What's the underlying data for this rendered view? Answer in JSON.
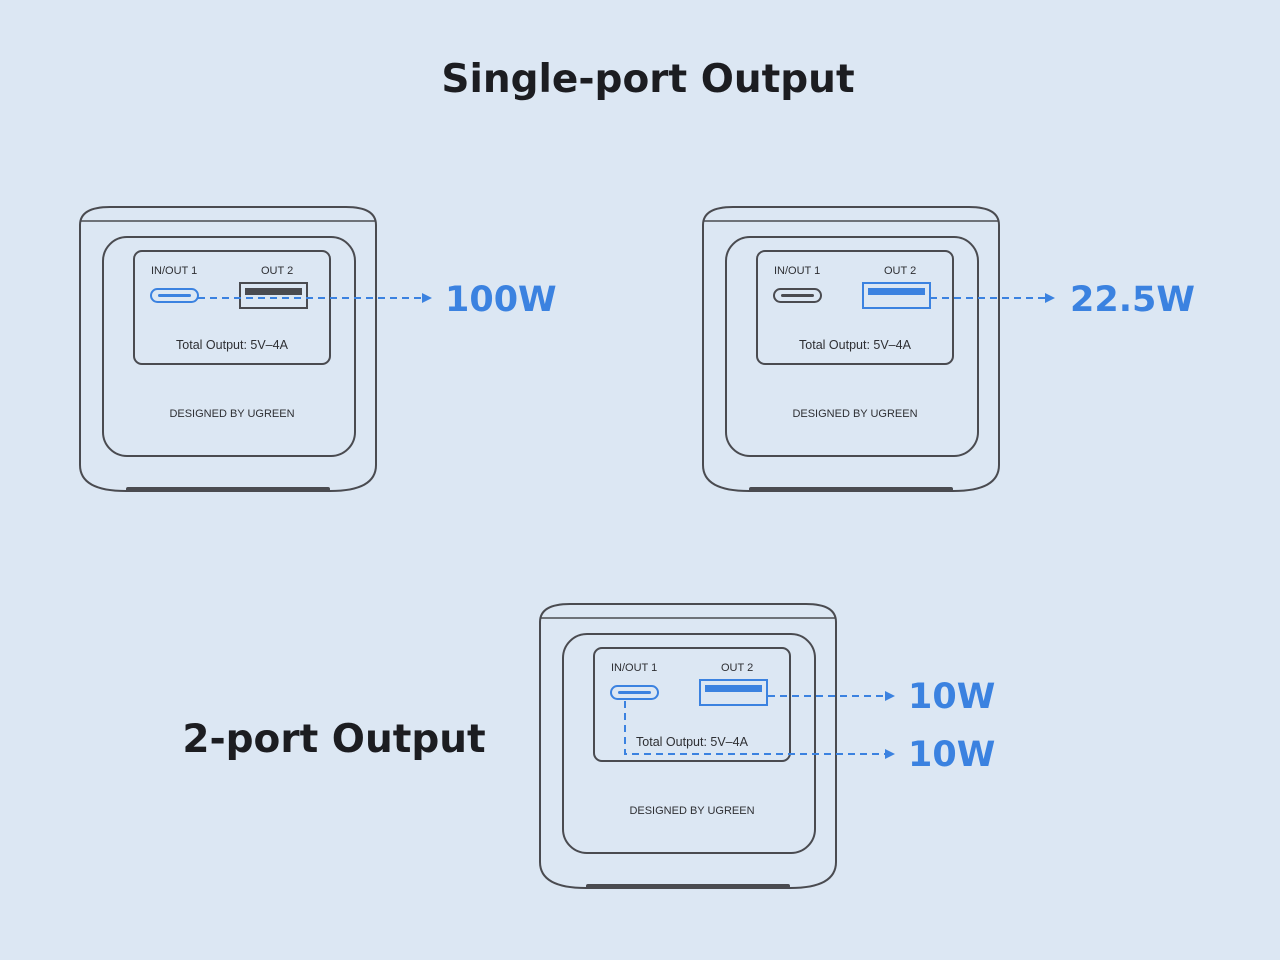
{
  "headings": {
    "single": "Single-port Output",
    "dual": "2-port Output"
  },
  "device": {
    "port1_label": "IN/OUT 1",
    "port2_label": "OUT 2",
    "total_output": "Total Output: 5V–4A",
    "brand": "DESIGNED BY UGREEN"
  },
  "outputs": {
    "single_usb_c": "100W",
    "single_usb_a": "22.5W",
    "dual_usb_a": "10W",
    "dual_usb_c": "10W"
  },
  "colors": {
    "background": "#dce7f3",
    "accent": "#3b82e0",
    "outline": "#4a4b50"
  }
}
